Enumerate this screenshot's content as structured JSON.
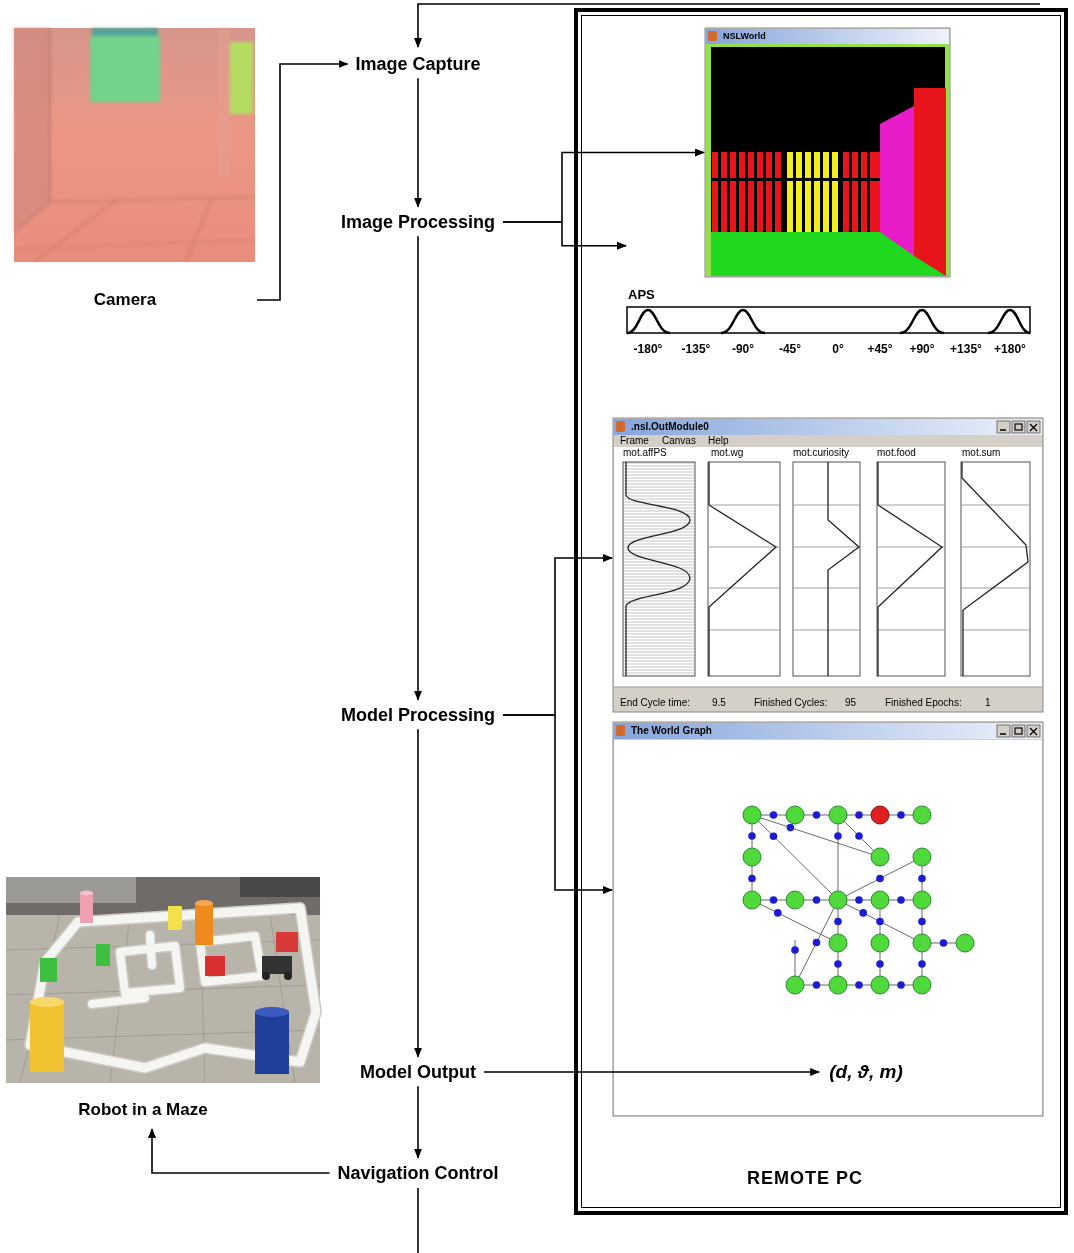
{
  "diagram": {
    "nodes": [
      {
        "text": [
          "Camera"
        ]
      },
      {
        "text": [
          "Image Capture"
        ]
      },
      {
        "text": [
          "REMOTE PC"
        ]
      },
      {
        "text": [
          "NSLWorld"
        ],
        "in": 2
      },
      {
        "text": [
          "Image Processing"
        ]
      },
      {
        "text": [
          "APS",
          "-180°",
          "-135°",
          "-90°",
          "-45°",
          "0°",
          "+45°",
          "+90°",
          "+135°",
          "+180°"
        ],
        "in": 2
      },
      {
        "text": [
          ".nsl.OutModule0",
          "Frame",
          "Canvas",
          "Help",
          "mot.affPS",
          "mot.wg",
          "mot.curiosity",
          "mot.food",
          "mot.sum",
          "End Cycle time:",
          "9.5",
          "Finished Cycles:",
          "95",
          "Finished Epochs:",
          "1"
        ],
        "in": 2
      },
      {
        "text": [
          "Model Processing"
        ]
      },
      {
        "text": [
          "The World Graph"
        ],
        "in": 2
      },
      {
        "text": [
          "Robot in a Maze"
        ]
      },
      {
        "text": [
          "Model Output"
        ]
      },
      {
        "text": [
          "(d, ϑ, m)"
        ],
        "in": 2
      },
      {
        "text": [
          "Navigation Control"
        ]
      }
    ],
    "edges": [
      {
        "from": 0,
        "to": 1,
        "arrow": "to"
      },
      {
        "from": 1,
        "to": 4,
        "arrow": "to"
      },
      {
        "from": 4,
        "to": 3,
        "arrow": "to"
      },
      {
        "from": 4,
        "to": 5,
        "arrow": "to"
      },
      {
        "from": 4,
        "to": 7,
        "arrow": "to"
      },
      {
        "from": 7,
        "to": 6,
        "arrow": "to"
      },
      {
        "from": 7,
        "to": 8,
        "arrow": "to"
      },
      {
        "from": 7,
        "to": 10,
        "arrow": "to"
      },
      {
        "from": 10,
        "to": 11,
        "arrow": "to"
      },
      {
        "from": 10,
        "to": 12,
        "arrow": "to"
      },
      {
        "from": 12,
        "to": 9,
        "arrow": "to"
      }
    ]
  }
}
